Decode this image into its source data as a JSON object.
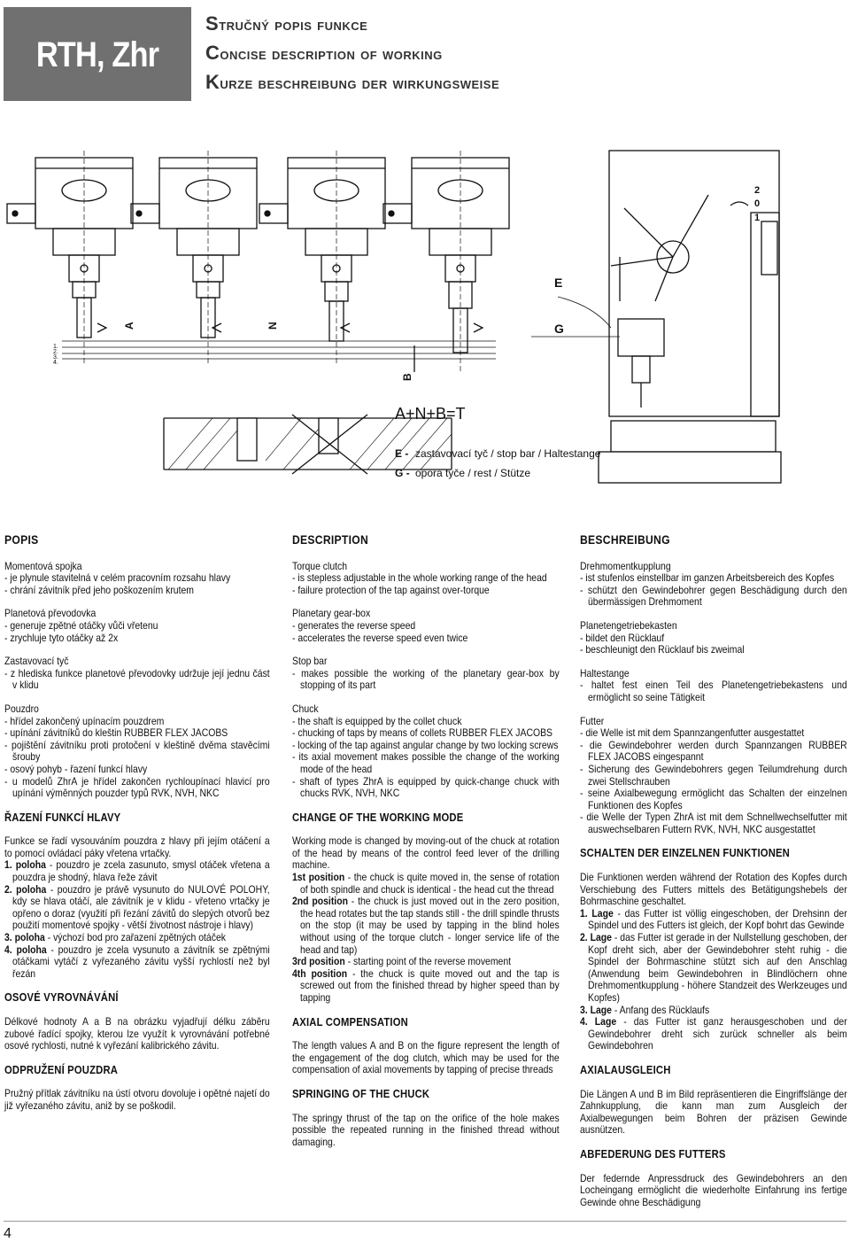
{
  "header": {
    "model": "RTH, Zhr",
    "title_cz": "Stručný popis funkce",
    "title_en": "Concise description of working",
    "title_de": "Kurze beschreibung der wirkungsweise"
  },
  "figure": {
    "positions": [
      "1.",
      "2.",
      "3.",
      "4."
    ],
    "label_A": "A",
    "label_N": "N",
    "label_B": "B",
    "label_E": "E",
    "label_G": "G",
    "lever_2": "2",
    "lever_0": "0",
    "lever_1": "1",
    "formula": "A+N+B=T",
    "legend_E_key": "E -",
    "legend_E_text": "zastavovací tyč / stop bar / Haltestange",
    "legend_G_key": "G -",
    "legend_G_text": "opora tyče / rest / Stütze"
  },
  "col_cz": {
    "head": "POPIS",
    "s1": [
      "Momentová spojka",
      "- je plynule stavitelná v celém pracovním rozsahu hlavy",
      "- chrání závitník před jeho poškozením krutem"
    ],
    "s2": [
      "Planetová převodovka",
      "- generuje zpětné otáčky vůči vřetenu",
      "- zrychluje tyto otáčky až 2x"
    ],
    "s3": [
      "Zastavovací tyč",
      "- z hlediska funkce planetové převodovky udržuje její jednu část v klidu"
    ],
    "s4": [
      "Pouzdro",
      "- hřídel zakončený upínacím pouzdrem",
      "- upínání závitníků do kleštin RUBBER FLEX JACOBS",
      "- pojištění závitníku proti protočení v kleštině dvěma stavěcími šrouby",
      "- osový pohyb - řazení funkcí hlavy",
      "- u modelů ZhrA je hřídel zakončen rychloupínací hlavicí pro upínání výměnných pouzder typů RVK, NVH, NKC"
    ],
    "sub1": "ŘAZENÍ FUNKCÍ HLAVY",
    "p1": "Funkce se řadí vysouváním pouzdra z hlavy při jejím otáčení a to pomocí ovládací páky vřetena vrtačky.",
    "pos1_b": "1. poloha",
    "pos1": " - pouzdro je zcela zasunuto, smysl otáček vřetena a pouzdra je shodný, hlava řeže závit",
    "pos2_b": "2. poloha",
    "pos2": " - pouzdro je právě vysunuto do NULOVÉ POLOHY, kdy se hlava otáčí, ale závitník je v klidu - vřeteno vrtačky je opřeno o doraz (využití při řezání závitů do slepých otvorů bez použití momentové spojky - větší životnost nástroje i hlavy)",
    "pos3_b": "3. poloha",
    "pos3": " - výchozí bod pro zařazení zpětných otáček",
    "pos4_b": "4. poloha",
    "pos4": " - pouzdro je zcela vysunuto a závitník se zpětnými otáčkami vytáčí z vyřezaného závitu vyšší rychlostí než byl řezán",
    "sub2": "OSOVÉ VYROVNÁVÁNÍ",
    "p2": "Délkové hodnoty A a B na obrázku vyjadřují délku záběru zubové řadící spojky, kterou lze využít k vyrovnávání potřebné osové rychlosti, nutné k vyřezání kalibrického závitu.",
    "sub3": "ODPRUŽENÍ POUZDRA",
    "p3": "Pružný přítlak závitníku na ústí otvoru dovoluje i opětné najetí do již vyřezaného závitu, aniž by se poškodil."
  },
  "col_en": {
    "head": "DESCRIPTION",
    "s1": [
      "Torque clutch",
      "- is stepless adjustable in the whole working range of the head",
      "- failure protection of the tap against over-torque"
    ],
    "s2": [
      "Planetary gear-box",
      "- generates the reverse speed",
      "- accelerates the reverse speed even twice"
    ],
    "s3": [
      "Stop bar",
      "- makes possible the working of the planetary gear-box by stopping of its part"
    ],
    "s4": [
      "Chuck",
      "- the shaft is equipped by the collet chuck",
      "- chucking of taps by means of collets RUBBER FLEX JACOBS",
      "- locking of the tap against angular change by two locking screws",
      "- its axial movement makes possible the change of the working mode of the head",
      "- shaft of types ZhrA is equipped by quick-change chuck with chucks RVK, NVH, NKC"
    ],
    "sub1": "CHANGE OF THE WORKING MODE",
    "p1": "Working mode is changed by moving-out of the chuck at rotation of the head by means of the control feed lever of the drilling machine.",
    "pos1_b": "1st position",
    "pos1": " - the chuck is quite moved in, the sense of rotation of both spindle and chuck is identical - the head cut the thread",
    "pos2_b": "2nd position",
    "pos2": " - the chuck is just moved out in the zero position, the head rotates but the tap stands still - the drill spindle thrusts on the stop (it may be used by tapping in the blind holes without using of the torque clutch - longer service life of the head and tap)",
    "pos3_b": "3rd position",
    "pos3": " - starting point of the reverse movement",
    "pos4_b": "4th position",
    "pos4": " - the chuck is quite moved out and the tap is screwed out from the finished thread by higher speed than by tapping",
    "sub2": "AXIAL COMPENSATION",
    "p2": "The length values A and B on the figure represent the length of the engagement of the dog clutch, which may be used for the compensation of axial movements by tapping of precise threads",
    "sub3": "SPRINGING OF THE CHUCK",
    "p3": "The springy thrust of the tap on the orifice of the hole makes possible the repeated running in the finished thread without damaging."
  },
  "col_de": {
    "head": "BESCHREIBUNG",
    "s1": [
      "Drehmomentkupplung",
      "- ist stufenlos einstellbar im ganzen Arbeitsbereich des Kopfes",
      "- schützt den Gewindebohrer gegen Beschädigung durch den übermässigen Drehmoment"
    ],
    "s2": [
      "Planetengetriebekasten",
      "- bildet den Rücklauf",
      "- beschleunigt den Rücklauf bis zweimal"
    ],
    "s3": [
      "Haltestange",
      "- haltet fest einen Teil des Planetengetriebekastens und ermöglicht so seine Tätigkeit"
    ],
    "s4": [
      "Futter",
      "- die Welle ist mit dem Spannzangenfutter ausgestattet",
      "- die Gewindebohrer werden durch Spannzangen RUBBER FLEX JACOBS eingespannt",
      "- Sicherung des Gewindebohrers gegen Teilumdrehung durch zwei Stellschrauben",
      "- seine Axialbewegung ermöglicht das Schalten der einzelnen Funktionen des Kopfes",
      "- die Welle der Typen ZhrA ist mit dem Schnellwechselfutter mit auswechselbaren Futtern RVK, NVH, NKC ausgestattet"
    ],
    "sub1": "SCHALTEN DER EINZELNEN FUNKTIONEN",
    "p1": "Die Funktionen werden während der Rotation des Kopfes durch Verschiebung des Futters mittels des Betätigungshebels der Bohrmaschine geschaltet.",
    "pos1_b": "1. Lage",
    "pos1": " - das Futter ist völlig eingeschoben, der Drehsinn der Spindel und des Futters ist gleich, der Kopf bohrt das Gewinde",
    "pos2_b": "2. Lage",
    "pos2": " - das Futter ist gerade in der Nullstellung geschoben, der Kopf dreht sich, aber der Gewindebohrer steht ruhig - die Spindel der Bohrmaschine stützt sich auf den Anschlag (Anwendung beim Gewindebohren in Blindlöchern ohne Drehmomentkupplung - höhere Standzeit des Werkzeuges und Kopfes)",
    "pos3_b": "3. Lage",
    "pos3": " - Anfang des Rücklaufs",
    "pos4_b": "4. Lage",
    "pos4": " - das Futter ist ganz herausgeschoben und der Gewindebohrer dreht sich zurück schneller als beim Gewindebohren",
    "sub2": "AXIALAUSGLEICH",
    "p2": "Die Längen A und B im Bild repräsentieren die Eingriffslänge der Zahnkupplung, die kann man zum Ausgleich der Axialbewegungen beim Bohren der präzisen Gewinde ausnützen.",
    "sub3": "ABFEDERUNG DES FUTTERS",
    "p3": "Der federnde Anpressdruck des Gewindebohrers an den Locheingang ermöglicht die wiederholte Einfahrung ins fertige Gewinde ohne Beschädigung"
  },
  "page_number": "4"
}
